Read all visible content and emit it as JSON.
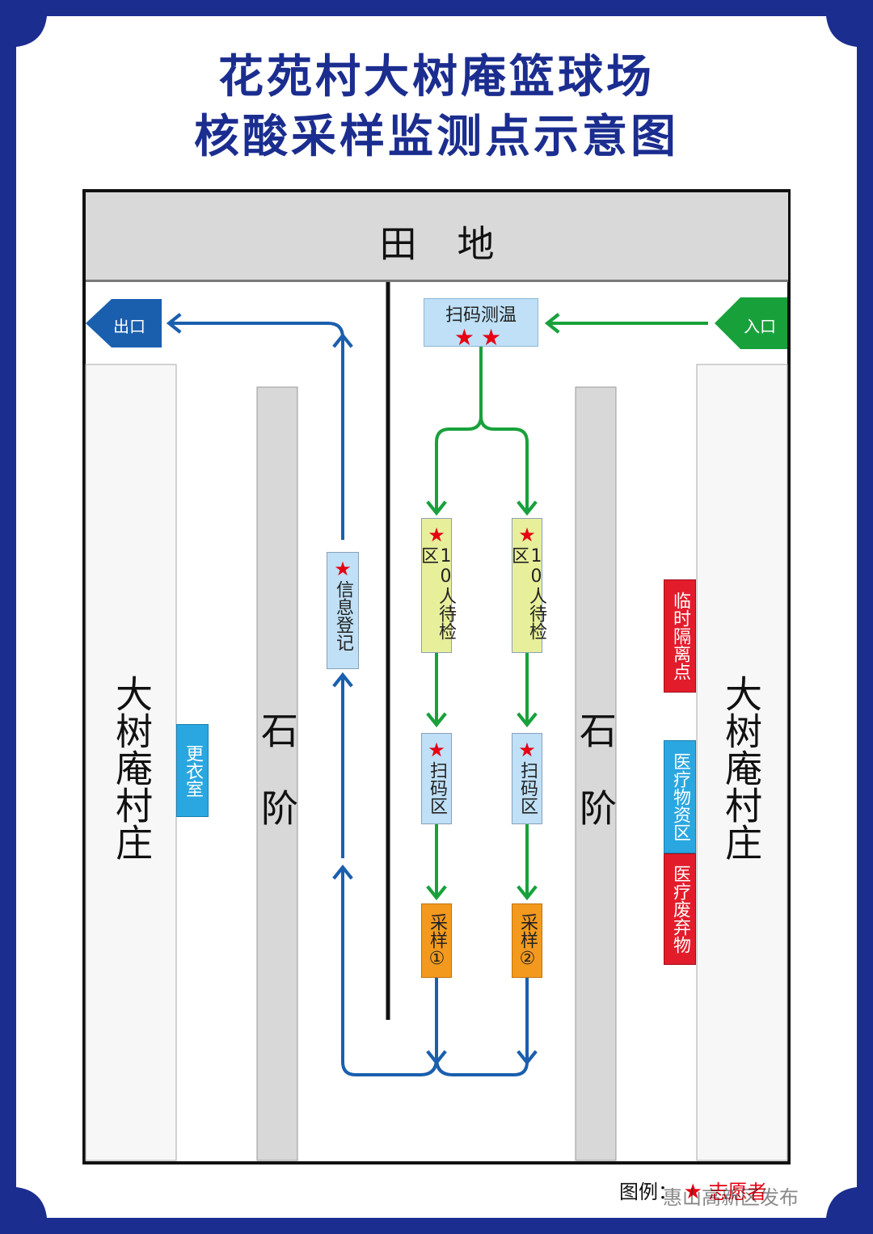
{
  "title": {
    "line1": "花苑村大树庵篮球场",
    "line2": "核酸采样监测点示意图"
  },
  "colors": {
    "frame": "#1b2d8f",
    "title": "#1b2d8f",
    "flow_green": "#18a13b",
    "flow_blue": "#1a5fae",
    "box_blue": "#bfe0f6",
    "box_yellow": "#e8ef9a",
    "box_orange": "#f39a1e",
    "box_cyan": "#2aa7e0",
    "box_red": "#e31c2b",
    "star_red": "#e60012"
  },
  "map": {
    "field_label": "田地",
    "entrance_label": "入口",
    "exit_label": "出口",
    "left_village": "大树庵村庄",
    "right_village": "大树庵村庄",
    "steps_left": "石阶",
    "steps_right": "石阶",
    "scan_temp": {
      "label": "扫码测温",
      "stars": "★★"
    },
    "waiting_1": {
      "star": "★",
      "label": "10人待检区"
    },
    "waiting_2": {
      "star": "★",
      "label": "10人待检区"
    },
    "scan_1": {
      "star": "★",
      "label": "扫码区"
    },
    "scan_2": {
      "star": "★",
      "label": "扫码区"
    },
    "sample_1": {
      "label": "采样①"
    },
    "sample_2": {
      "label": "采样②"
    },
    "info_reg": {
      "star": "★",
      "label": "信息登记"
    },
    "changing_room": {
      "label": "更衣室"
    },
    "isolation": {
      "label": "临时隔离点"
    },
    "medical_supplies": {
      "label": "医疗物资区"
    },
    "medical_waste": {
      "label": "医疗废弃物"
    }
  },
  "legend": {
    "prefix": "图例：",
    "star": "★",
    "label": "志愿者"
  },
  "watermark": "惠山高新区发布"
}
